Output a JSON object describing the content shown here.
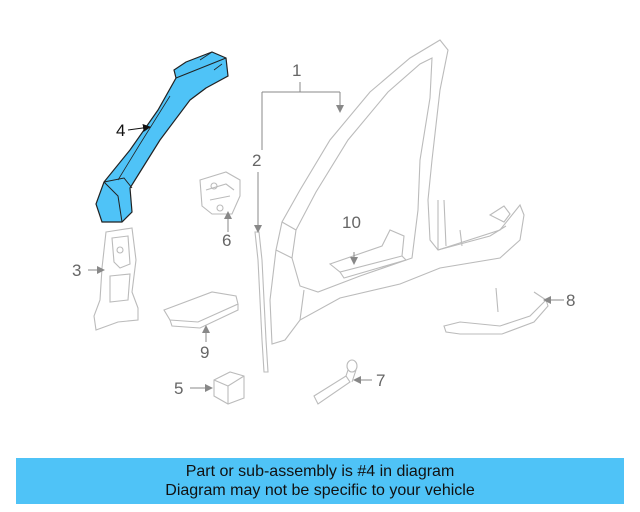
{
  "diagram": {
    "callouts": [
      "1",
      "2",
      "3",
      "4",
      "5",
      "6",
      "7",
      "8",
      "9",
      "10"
    ],
    "highlight_color": "#4fc3f7",
    "line_color": "#bbbbbb"
  },
  "banner": {
    "line1": "Part or sub-assembly is #4 in diagram",
    "line2": "Diagram may not be specific to your vehicle",
    "background": "#4fc3f7"
  }
}
